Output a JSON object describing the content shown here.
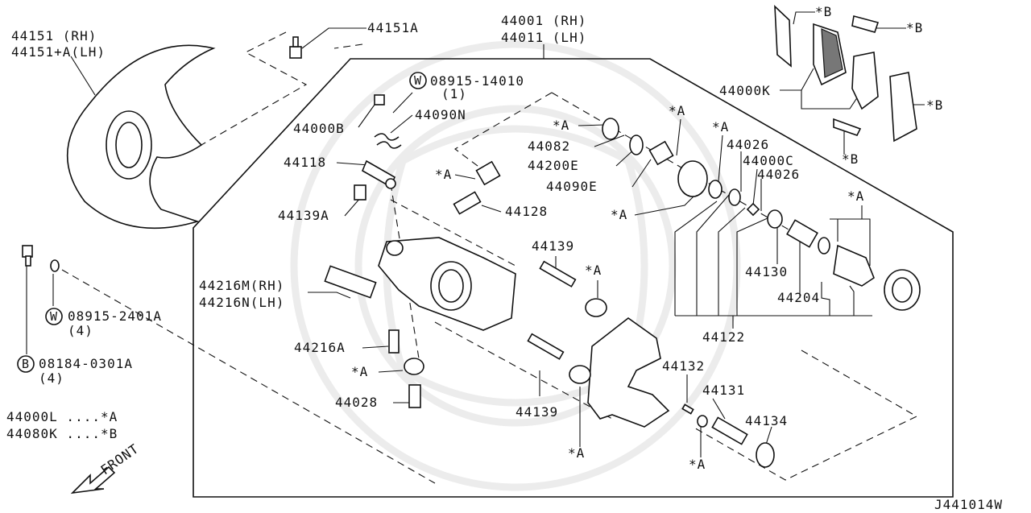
{
  "diagram_code": "J441014W",
  "front_label": "FRONT",
  "callouts": {
    "c44151": "44151   (RH)",
    "c44151a_lh": "44151+A(LH)",
    "c44151a": "44151A",
    "c44001": "44001 (RH)",
    "c44011": "44011 (LH)",
    "w_08915_14010": "08915-14010",
    "qty_1": "(1)",
    "c44000b": "44000B",
    "c44090n": "44090N",
    "c44118": "44118",
    "c44139a": "44139A",
    "a1": "*A",
    "c44082": "44082",
    "c44200e": "44200E",
    "c44090e": "44090E",
    "a_top": "*A",
    "a_bleeder": "*A",
    "c44128": "44128",
    "a_ring": "*A",
    "a_mid": "*A",
    "c44026_1": "44026",
    "c44000c": "44000C",
    "c44026_2": "44026",
    "a_piston": "*A",
    "c44130": "44130",
    "c44204": "44204",
    "c44122": "44122",
    "c44139_1": "44139",
    "a_boot1": "*A",
    "c44216m": "44216M(RH)",
    "c44216n": "44216N(LH)",
    "c44216a": "44216A",
    "a_bush": "*A",
    "c44028": "44028",
    "c44139_2": "44139",
    "a_boot2": "*A",
    "c44132": "44132",
    "c44131": "44131",
    "c44134": "44134",
    "a_washer": "*A",
    "w_08915_2401a": "08915-2401A",
    "qty_4a": "(4)",
    "b_08184_0301a": "08184-0301A",
    "qty_4b": "(4)",
    "kit_44000l": "44000L ....*A",
    "kit_44080k": "44080K ....*B",
    "c44000k": "44000K",
    "b1": "*B",
    "b2": "*B",
    "b3": "*B",
    "b4": "*B",
    "w_sym": "W",
    "w_sym2": "W",
    "b_sym": "B"
  }
}
